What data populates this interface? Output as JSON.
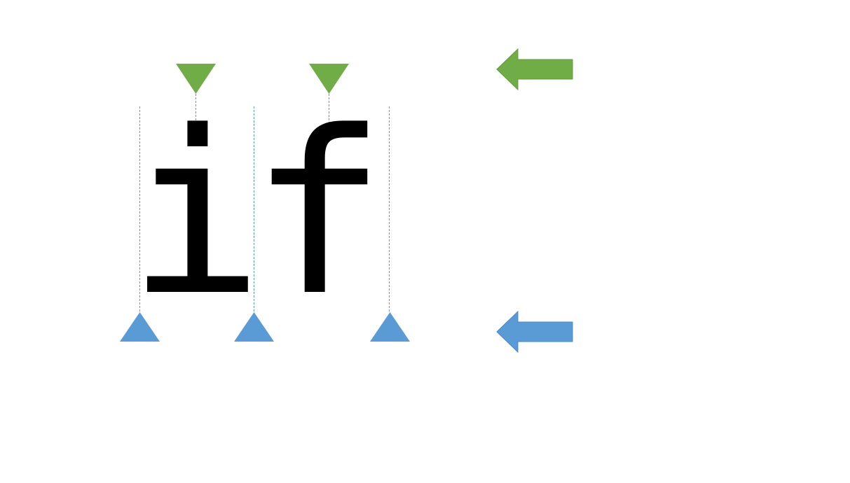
{
  "text": "if",
  "glyphs": [
    "i",
    "f"
  ],
  "colors": {
    "text": "#000000",
    "green": "#70AD47",
    "blue": "#5B9BD5",
    "guide": "#5B9BD5"
  },
  "markers": {
    "top": {
      "shape": "triangle-down",
      "color": "green",
      "count": 2
    },
    "bottom": {
      "shape": "triangle-up",
      "color": "blue",
      "count": 3
    }
  },
  "arrows": [
    {
      "name": "green-arrow",
      "direction": "left",
      "color": "green"
    },
    {
      "name": "blue-arrow",
      "direction": "left",
      "color": "blue"
    }
  ]
}
